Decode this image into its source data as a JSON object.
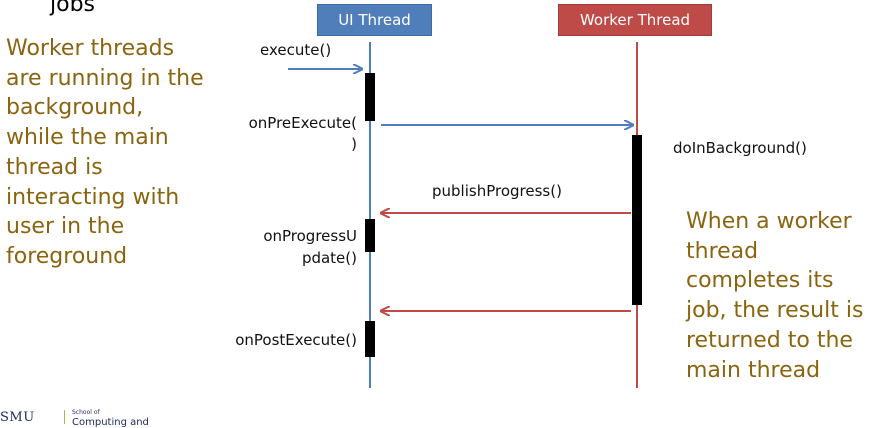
{
  "title_fragment": "jobs",
  "left_note": "Worker threads are running in the background, while the main thread is interacting with user in the foreground",
  "right_note": "When a worker thread completes its job, the result is returned to the main thread",
  "lanes": {
    "ui": "UI Thread",
    "worker": "Worker Thread"
  },
  "labels": {
    "execute": "execute()",
    "on_pre_execute_1": "onPreExecute(",
    "on_pre_execute_2": ")",
    "do_in_background": "doInBackground()",
    "publish_progress": "publishProgress()",
    "on_progress_update_1": "onProgressU",
    "on_progress_update_2": "pdate()",
    "on_post_execute": "onPostExecute()"
  },
  "footer": {
    "logo": "SMU",
    "school_of": "School of",
    "school_name": "Computing and"
  },
  "colors": {
    "ui": "#4F7EBB",
    "worker": "#BE4B48",
    "note": "#8B6410"
  }
}
